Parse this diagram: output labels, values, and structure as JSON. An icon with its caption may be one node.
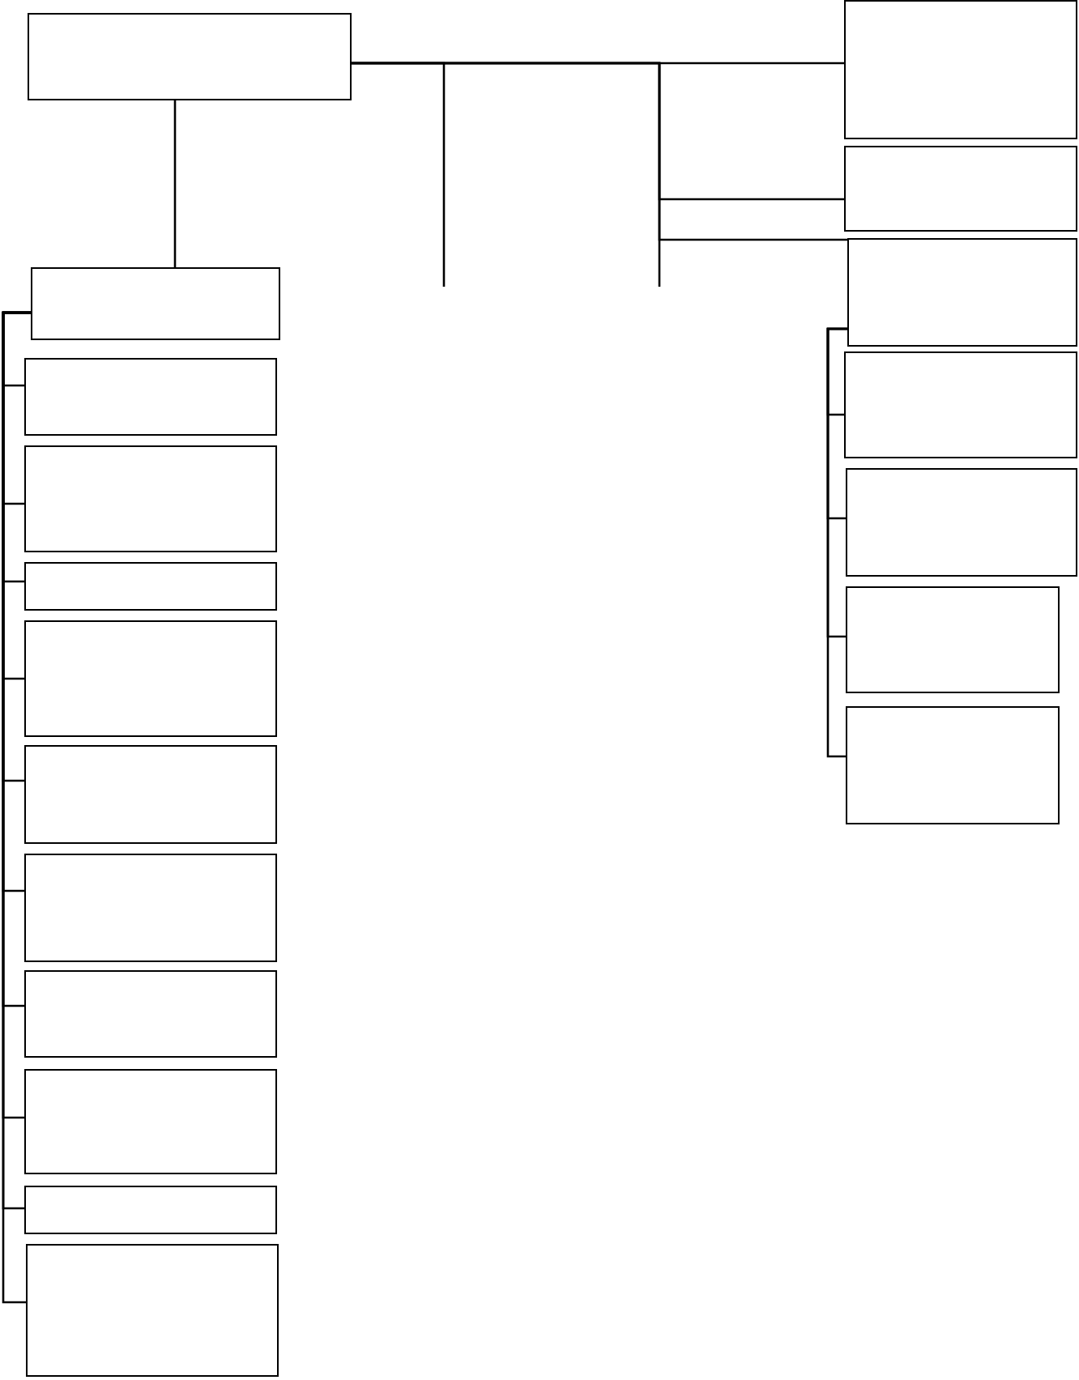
{
  "diagram": {
    "nodes": [
      {
        "text": [],
        "shape": "box"
      },
      {
        "text": [],
        "shape": "box"
      },
      {
        "text": [],
        "shape": "box"
      },
      {
        "text": [],
        "shape": "box"
      },
      {
        "text": [],
        "shape": "box"
      },
      {
        "text": [],
        "shape": "box"
      },
      {
        "text": [],
        "shape": "box"
      },
      {
        "text": [],
        "shape": "box"
      },
      {
        "text": [],
        "shape": "box"
      },
      {
        "text": [],
        "shape": "box"
      },
      {
        "text": [],
        "shape": "box"
      },
      {
        "text": [],
        "shape": "box"
      },
      {
        "text": [],
        "shape": "box"
      },
      {
        "text": [],
        "shape": "box"
      },
      {
        "text": [],
        "shape": "box"
      },
      {
        "text": [],
        "shape": "box"
      },
      {
        "text": [],
        "shape": "box"
      },
      {
        "text": [],
        "shape": "box"
      },
      {
        "text": [],
        "shape": "box"
      }
    ],
    "edges": [
      {
        "from": 1,
        "to": 4,
        "arrow": "none"
      },
      {
        "from": 1,
        "to": 0,
        "arrow": "none"
      },
      {
        "from": 1,
        "to": null,
        "arrow": "none"
      },
      {
        "from": 1,
        "to": null,
        "arrow": "none"
      },
      {
        "from": 1,
        "to": 2,
        "arrow": "none"
      },
      {
        "from": 1,
        "to": 3,
        "arrow": "none"
      },
      {
        "from": 3,
        "to": 5,
        "arrow": "none"
      },
      {
        "from": 3,
        "to": 8,
        "arrow": "none"
      },
      {
        "from": 3,
        "to": 10,
        "arrow": "none"
      },
      {
        "from": 3,
        "to": 12,
        "arrow": "none"
      },
      {
        "from": 4,
        "to": 6,
        "arrow": "none"
      },
      {
        "from": 4,
        "to": 7,
        "arrow": "none"
      },
      {
        "from": 4,
        "to": 9,
        "arrow": "none"
      },
      {
        "from": 4,
        "to": 11,
        "arrow": "none"
      },
      {
        "from": 4,
        "to": 13,
        "arrow": "none"
      },
      {
        "from": 4,
        "to": 14,
        "arrow": "none"
      },
      {
        "from": 4,
        "to": 15,
        "arrow": "none"
      },
      {
        "from": 4,
        "to": 16,
        "arrow": "none"
      },
      {
        "from": 4,
        "to": 17,
        "arrow": "none"
      },
      {
        "from": 4,
        "to": 18,
        "arrow": "none"
      }
    ]
  }
}
